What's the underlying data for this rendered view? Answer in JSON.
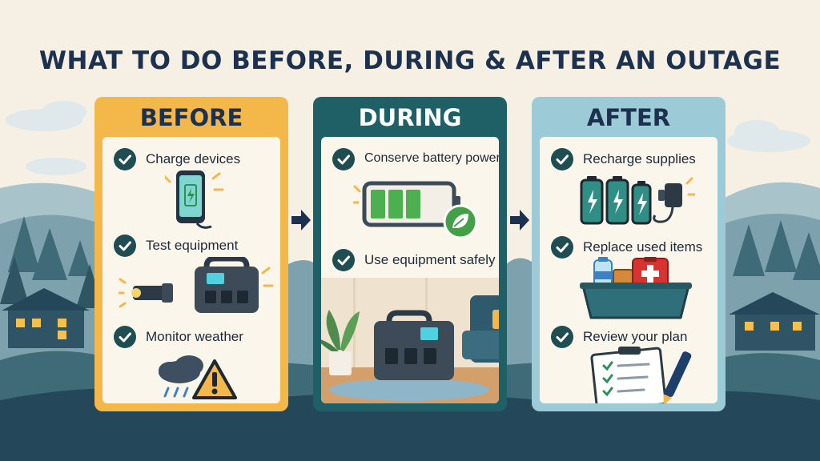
{
  "title": "What to do before, during & after an outage",
  "panels": [
    {
      "heading": "BEFORE",
      "items": [
        {
          "label": "Charge devices",
          "icon": "phone-charging-icon"
        },
        {
          "label": "Test equipment",
          "icon": "power-station-icon"
        },
        {
          "label": "Monitor weather",
          "icon": "storm-warning-icon"
        }
      ]
    },
    {
      "heading": "DURING",
      "items": [
        {
          "label": "Conserve battery power",
          "icon": "battery-eco-icon"
        },
        {
          "label": "Use equipment safely",
          "icon": "power-station-icon"
        }
      ]
    },
    {
      "heading": "AFTER",
      "items": [
        {
          "label": "Recharge supplies",
          "icon": "batteries-icon"
        },
        {
          "label": "Replace used items",
          "icon": "supply-bin-icon"
        },
        {
          "label": "Review your plan",
          "icon": "clipboard-checklist-icon"
        }
      ]
    }
  ],
  "colors": {
    "background": "#f6efe3",
    "title": "#1c3050",
    "before": "#f4b84a",
    "during": "#1f5f66",
    "after": "#9ccbd7",
    "check": "#1f4d52",
    "battery_green": "#4caf50"
  }
}
